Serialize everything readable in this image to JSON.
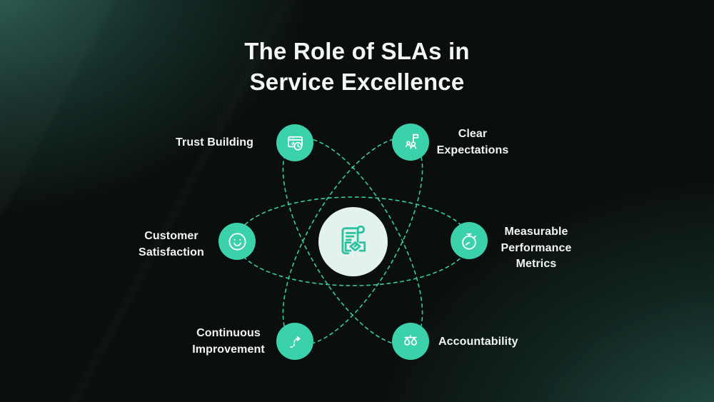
{
  "title": {
    "line1": "The Role of SLAs in",
    "line2": "Service Excellence"
  },
  "center": {
    "icon": "sla-document-handshake-icon"
  },
  "nodes": [
    {
      "id": "trust-building",
      "label": "Trust Building",
      "icon": "window-clock-icon"
    },
    {
      "id": "clear-expectations",
      "label": "Clear Expectations",
      "icon": "team-flag-icon"
    },
    {
      "id": "customer-satisfaction",
      "label": "Customer Satisfaction",
      "icon": "smiley-face-icon"
    },
    {
      "id": "measurable-performance-metrics",
      "label": "Measurable Performance Metrics",
      "icon": "stopwatch-icon"
    },
    {
      "id": "continuous-improvement",
      "label": "Continuous Improvement",
      "icon": "curved-dashed-arrow-icon"
    },
    {
      "id": "accountability",
      "label": "Accountability",
      "icon": "balance-scale-icon"
    }
  ],
  "colors": {
    "background_dark": "#0a0e0d",
    "background_green_top_left": "#2f665b",
    "background_green_bottom_right": "#285c50",
    "node_fill": "#3bd2ab",
    "orbit_stroke": "#38cba3",
    "center_circle_fill": "#e3f2ec",
    "center_icon_stroke": "#2cc29d",
    "icon_stroke": "#ffffff",
    "text": "#f2f5f4"
  }
}
